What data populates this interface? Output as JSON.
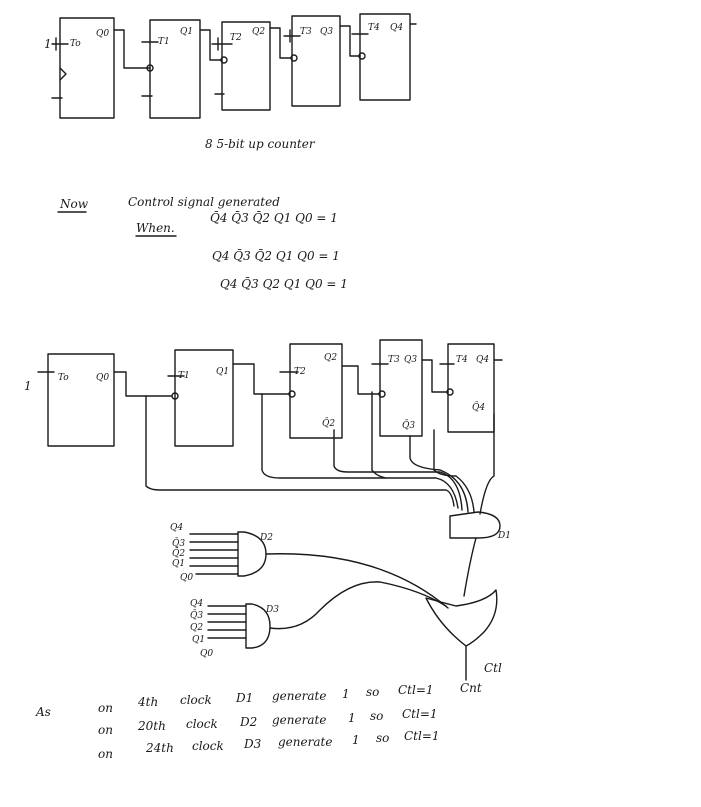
{
  "diagram": {
    "top_counter": {
      "ff_t": [
        "To",
        "T1",
        "T2",
        "T3",
        "T4"
      ],
      "ff_q": [
        "Q0",
        "Q1",
        "Q2",
        "Q3",
        "Q4"
      ],
      "input_one": "1",
      "caption": "8 5-bit up counter"
    },
    "control_text": {
      "now": "Now",
      "heading": "Control signal generated",
      "when": "When.",
      "expr1": "Q̄4 Q̄3 Q̄2 Q1 Q0 = 1",
      "expr2": "Q4 Q̄3 Q̄2 Q1 Q0 = 1",
      "expr3": "Q4 Q̄3 Q2 Q1 Q0 = 1"
    },
    "bottom_counter": {
      "ff_t": [
        "To",
        "T1",
        "T2",
        "T3",
        "T4"
      ],
      "ff_q": [
        "Q0",
        "Q1",
        "Q2",
        "Q3",
        "Q4"
      ],
      "ff_qbar": [
        "Q̄2",
        "Q̄3",
        "Q̄4"
      ],
      "input_one": "1"
    },
    "gates": {
      "d1_label": "D1",
      "d2_label": "D2",
      "d3_label": "D3",
      "d2_inputs": [
        "Q4",
        "Q̄3",
        "Q̄2",
        "Q1",
        "Q0"
      ],
      "d3_inputs": [
        "Q4",
        "Q̄3",
        "Q2",
        "Q1",
        "Q0"
      ],
      "output_label": "Ctl",
      "output_label2": "Cnt"
    },
    "notes": {
      "as": "As",
      "line1": [
        "on",
        "4th",
        "clock",
        "D1",
        "generate",
        "1",
        "so",
        "Ctl=1"
      ],
      "line2": [
        "on",
        "20th",
        "clock",
        "D2",
        "generate",
        "1",
        "so",
        "Ctl=1"
      ],
      "line3": [
        "on",
        "24th",
        "clock",
        "D3",
        "generate",
        "1",
        "so",
        "Ctl=1"
      ]
    }
  }
}
